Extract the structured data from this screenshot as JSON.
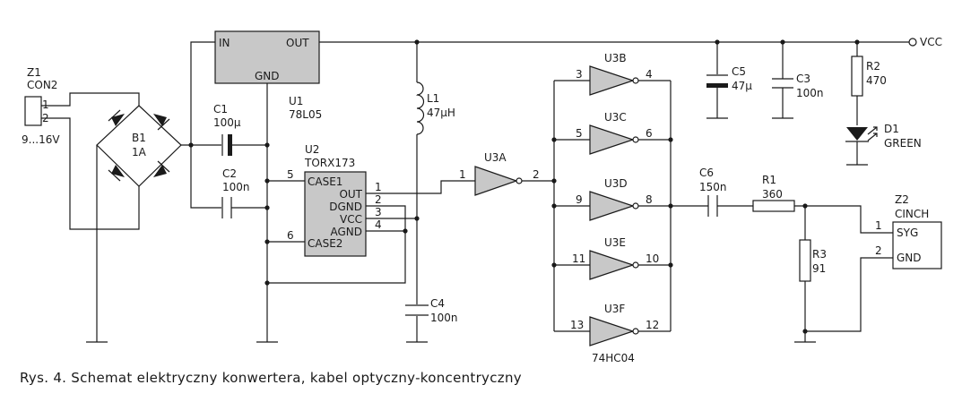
{
  "caption": "Rys. 4. Schemat elektryczny konwertera, kabel optyczny-koncentryczny",
  "vcc_label": "VCC",
  "components": {
    "Z1": {
      "ref": "Z1",
      "type": "CON2",
      "pin1": "1",
      "pin2": "2",
      "voltage": "9...16V"
    },
    "B1": {
      "ref": "B1",
      "value": "1A"
    },
    "C1": {
      "ref": "C1",
      "value": "100µ"
    },
    "C2": {
      "ref": "C2",
      "value": "100n"
    },
    "U1": {
      "ref": "U1",
      "type": "78L05",
      "pin_in": "IN",
      "pin_out": "OUT",
      "pin_gnd": "GND"
    },
    "L1": {
      "ref": "L1",
      "value": "47µH"
    },
    "U2": {
      "ref": "U2",
      "type": "TORX173",
      "pins": [
        "CASE1",
        "OUT",
        "DGND",
        "VCC",
        "AGND",
        "CASE2"
      ],
      "pin_numbers": [
        "5",
        "1",
        "2",
        "3",
        "4",
        "6"
      ]
    },
    "C4": {
      "ref": "C4",
      "value": "100n"
    },
    "U3A": {
      "ref": "U3A",
      "in": "1",
      "out": "2"
    },
    "U3B": {
      "ref": "U3B",
      "in": "3",
      "out": "4"
    },
    "U3C": {
      "ref": "U3C",
      "in": "5",
      "out": "6"
    },
    "U3D": {
      "ref": "U3D",
      "in": "9",
      "out": "8"
    },
    "U3E": {
      "ref": "U3E",
      "in": "11",
      "out": "10"
    },
    "U3F": {
      "ref": "U3F",
      "in": "13",
      "out": "12",
      "type": "74HC04"
    },
    "C5": {
      "ref": "C5",
      "value": "47µ"
    },
    "C3": {
      "ref": "C3",
      "value": "100n"
    },
    "R2": {
      "ref": "R2",
      "value": "470"
    },
    "D1": {
      "ref": "D1",
      "value": "GREEN"
    },
    "C6": {
      "ref": "C6",
      "value": "150n"
    },
    "R1": {
      "ref": "R1",
      "value": "360"
    },
    "R3": {
      "ref": "R3",
      "value": "91"
    },
    "Z2": {
      "ref": "Z2",
      "type": "CINCH",
      "pin1": "1",
      "pin2": "2",
      "sig1": "SYG",
      "sig2": "GND"
    }
  }
}
